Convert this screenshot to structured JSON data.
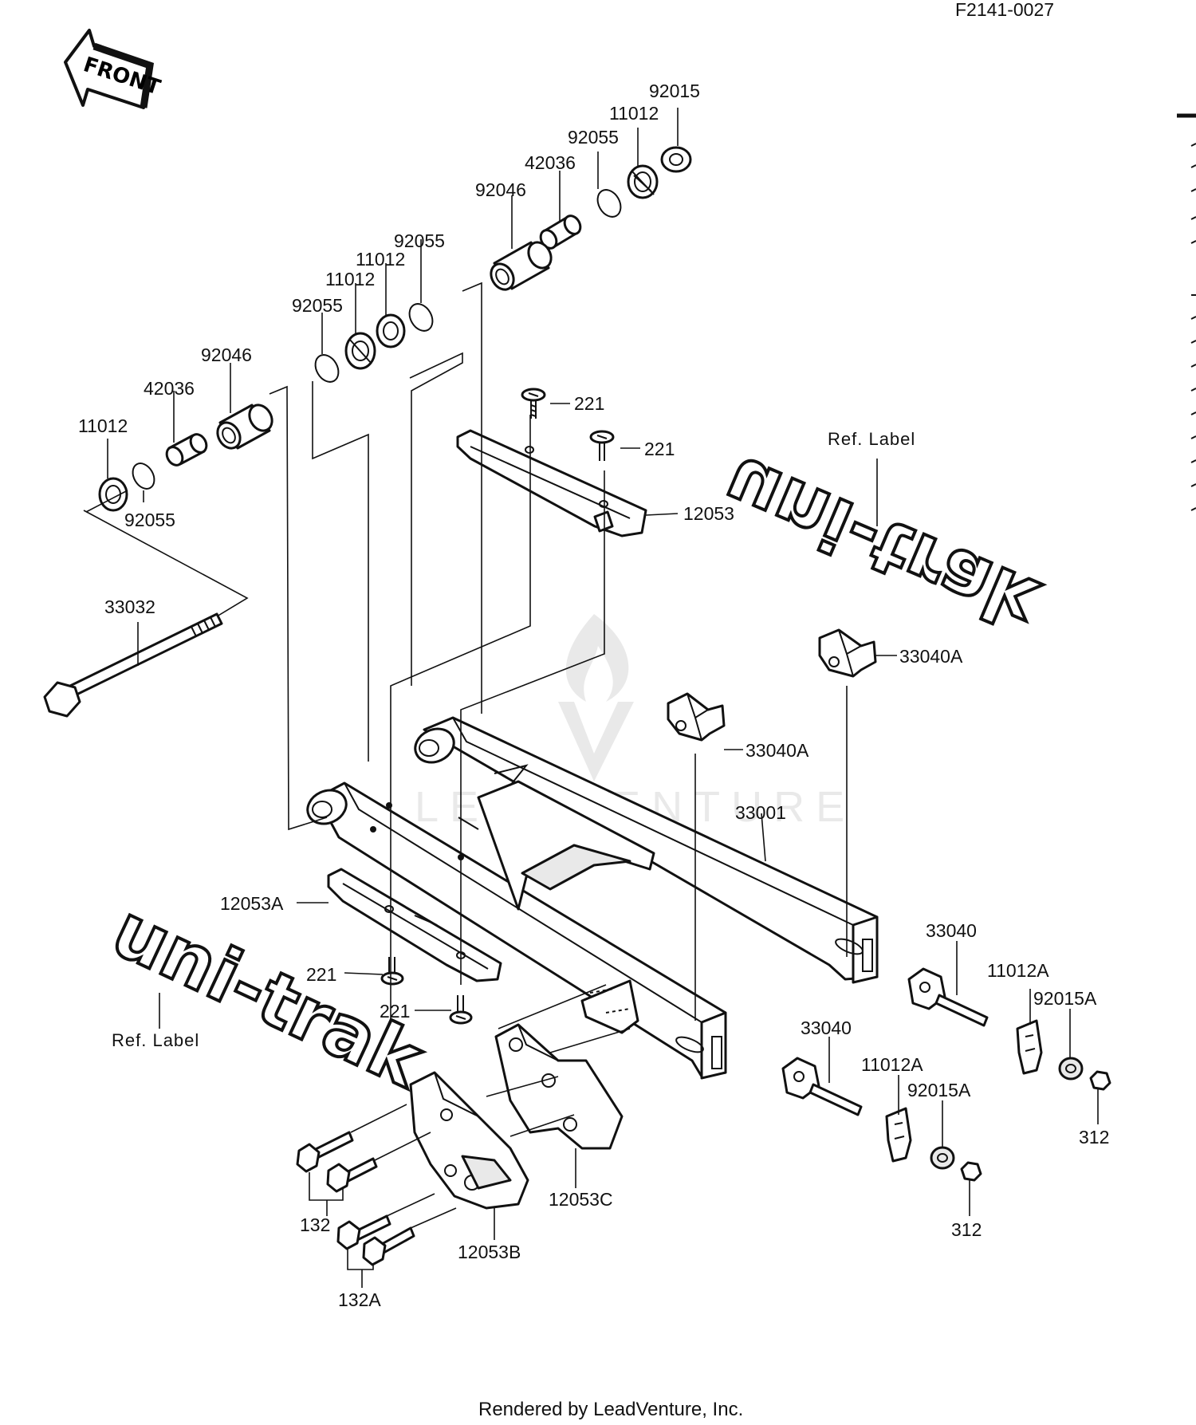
{
  "diagram_code": "F2141-0027",
  "footer": "Rendered by LeadVenture, Inc.",
  "watermark": "LEADVENTURE",
  "front_arrow_text": "FRONT",
  "logo_text": "uni-trak",
  "ref_label": "Ref. Label",
  "callouts": {
    "p92015_top": "92015",
    "p11012_top": "11012",
    "p92055_top": "92055",
    "p42036_top": "42036",
    "p92046_top": "92046",
    "p92055_mid_a": "92055",
    "p11012_mid": "11012",
    "p92055_mid_b": "92055",
    "p92046_left": "92046",
    "p42036_left": "42036",
    "p11012_left": "11012",
    "p92055_left": "92055",
    "p33032": "33032",
    "p221_a": "221",
    "p221_b": "221",
    "p12053": "12053",
    "p33040A_a": "33040A",
    "p33040A_b": "33040A",
    "p33001": "33001",
    "p12053A": "12053A",
    "p221_c": "221",
    "p221_d": "221",
    "p33040_a": "33040",
    "p11012A_a": "11012A",
    "p92015A_a": "92015A",
    "p312_a": "312",
    "p33040_b": "33040",
    "p11012A_b": "11012A",
    "p92015A_b": "92015A",
    "p312_b": "312",
    "p12053C": "12053C",
    "p132": "132",
    "p12053B": "12053B",
    "p132A": "132A"
  }
}
